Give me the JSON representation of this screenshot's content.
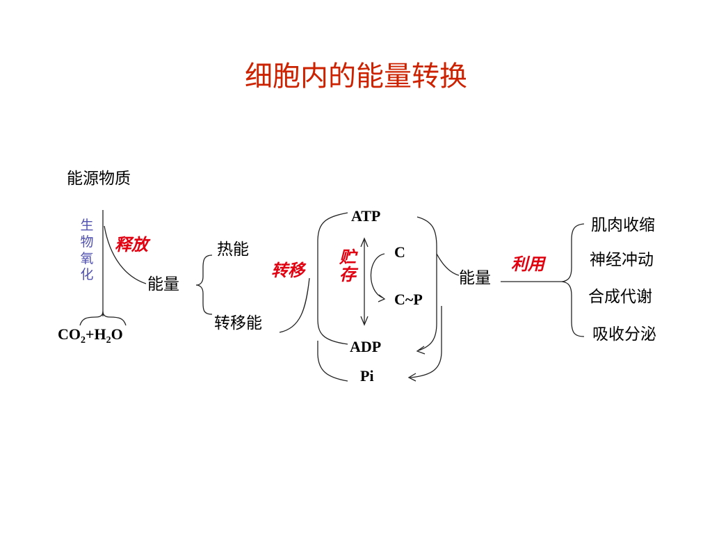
{
  "title": "细胞内的能量转换",
  "energy_sources": "能源物质",
  "bio_oxidation": "生物氧化",
  "release": "释放",
  "energy_left": "能量",
  "products": {
    "co": "CO",
    "co_sub": "2",
    "plus_h": "+H",
    "h_sub": "2",
    "o": "O"
  },
  "heat_energy": "热能",
  "transfer_energy": "转移能",
  "transfer": "转移",
  "store": "贮存",
  "atp": "ATP",
  "c": "C",
  "cp": "C~P",
  "adp": "ADP",
  "pi": "Pi",
  "energy_right": "能量",
  "utilize": "利用",
  "uses": [
    "肌肉收缩",
    "神经冲动",
    "合成代谢",
    "吸收分泌"
  ]
}
